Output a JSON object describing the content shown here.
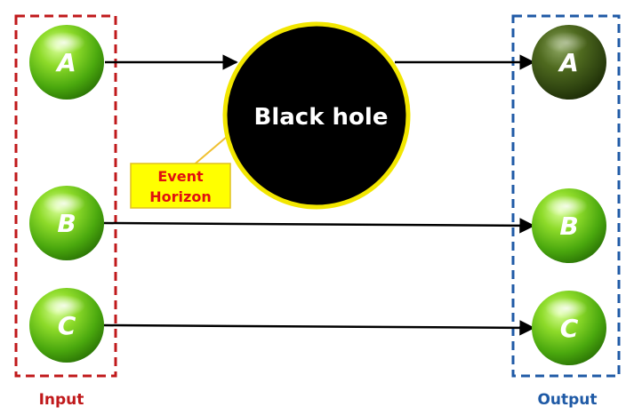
{
  "input_group": {
    "label": "Input",
    "color": "#c0191b"
  },
  "output_group": {
    "label": "Output",
    "color": "#1f5aa6"
  },
  "input_nodes": [
    {
      "label": "A"
    },
    {
      "label": "B"
    },
    {
      "label": "C"
    }
  ],
  "output_nodes": [
    {
      "label": "A",
      "state": "dark"
    },
    {
      "label": "B",
      "state": "bright"
    },
    {
      "label": "C",
      "state": "bright"
    }
  ],
  "black_hole": {
    "label": "Black hole",
    "ring_color": "#f2e600"
  },
  "event_horizon": {
    "line1": "Event",
    "line2": "Horizon",
    "text_color": "#e01010",
    "box_color": "#ffff00"
  },
  "connections": [
    {
      "from": "A",
      "to": "A",
      "through": "black-hole"
    },
    {
      "from": "B",
      "to": "B"
    },
    {
      "from": "C",
      "to": "C"
    }
  ]
}
